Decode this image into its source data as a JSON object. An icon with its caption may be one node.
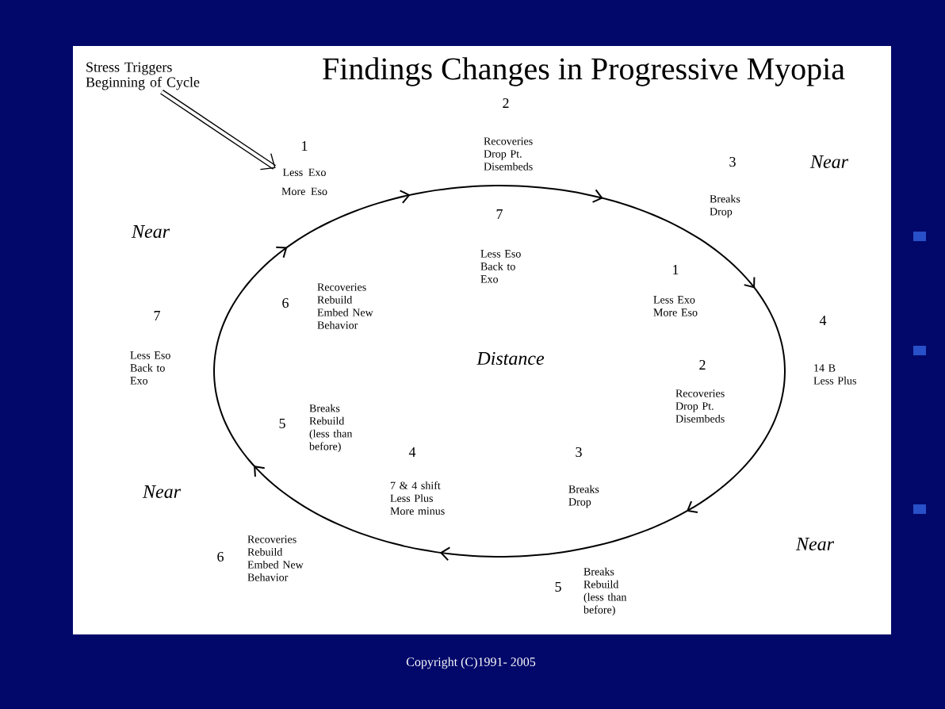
{
  "diagram": {
    "title": "Findings Changes in Progressive Myopia",
    "nodes": [
      {
        "text": [
          "Stress Triggers Beginning of Cycle"
        ]
      },
      {
        "text": [
          "1",
          "Less Exo More Eso"
        ]
      }
    ],
    "edges": [
      {
        "from": 0,
        "to": 1,
        "arrow": "to"
      }
    ],
    "labels": [
      "2",
      "Recoveries Drop Pt. Disembeds",
      "3",
      "Near",
      "Breaks Drop",
      "Near",
      "7",
      "Less Eso Back to Exo",
      "6",
      "Recoveries Rebuild Embed New Behavior",
      "1",
      "Less Exo More Eso",
      "4",
      "7",
      "Less Eso Back to Exo",
      "Distance",
      "2",
      "14 B Less Plus",
      "Recoveries Drop Pt. Disembeds",
      "5",
      "Breaks Rebuild (less than before)",
      "4",
      "3",
      "7 & 4 shift Less Plus More minus",
      "Breaks Drop",
      "Near",
      "Near",
      "6",
      "Recoveries Rebuild Embed New Behavior",
      "5",
      "Breaks Rebuild (less than before)",
      "Copyright (C)1991- 2005"
    ]
  }
}
